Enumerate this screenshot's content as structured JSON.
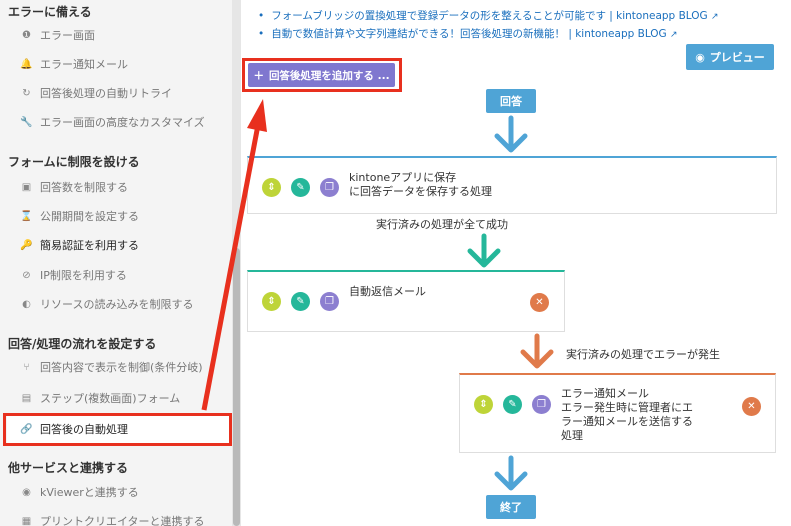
{
  "sidebar": {
    "sections": [
      {
        "title": "エラーに備える",
        "items": [
          {
            "label": "エラー画面",
            "icon": "info-circle-icon"
          },
          {
            "label": "エラー通知メール",
            "icon": "bell-icon"
          },
          {
            "label": "回答後処理の自動リトライ",
            "icon": "retry-icon"
          },
          {
            "label": "エラー画面の高度なカスタマイズ",
            "icon": "wrench-icon"
          }
        ]
      },
      {
        "title": "フォームに制限を設ける",
        "items": [
          {
            "label": "回答数を制限する",
            "icon": "inbox-icon"
          },
          {
            "label": "公開期間を設定する",
            "icon": "hourglass-icon"
          },
          {
            "label": "簡易認証を利用する",
            "icon": "key-icon"
          },
          {
            "label": "IP制限を利用する",
            "icon": "ban-icon"
          },
          {
            "label": "リソースの読み込みを制限する",
            "icon": "shield-icon"
          }
        ]
      },
      {
        "title": "回答/処理の流れを設定する",
        "items": [
          {
            "label": "回答内容で表示を制御(条件分岐)",
            "icon": "branch-icon"
          },
          {
            "label": "ステップ(複数画面)フォーム",
            "icon": "steps-icon"
          },
          {
            "label": "回答後の自動処理",
            "icon": "link-icon"
          }
        ]
      },
      {
        "title": "他サービスと連携する",
        "items": [
          {
            "label": "kViewerと連携する",
            "icon": "eye-icon"
          },
          {
            "label": "プリントクリエイターと連携する",
            "icon": "print-icon"
          }
        ]
      }
    ]
  },
  "main": {
    "links": [
      "フォームブリッジの置換処理で登録データの形を整えることが可能です | kintoneapp BLOG",
      "自動で数値計算や文字列連結ができる！回答後処理の新機能！ | kintoneapp BLOG"
    ],
    "preview_label": "プレビュー",
    "add_button_label": "回答後処理を追加する ...",
    "flow": {
      "start_label": "回答",
      "end_label": "終了",
      "card1_line1": "kintoneアプリに保存",
      "card1_line2": "に回答データを保存する処理",
      "cond_success": "実行済みの処理が全て成功",
      "card2_line1": "自動返信メール",
      "cond_error": "実行済みの処理でエラーが発生",
      "card3_line1": "エラー通知メール",
      "card3_line2": "エラー発生時に管理者にエ",
      "card3_line3": "ラー通知メールを送信する",
      "card3_line4": "処理"
    }
  },
  "colors": {
    "blue": "#4fa4d6",
    "green": "#25b79a",
    "orange": "#e07a4a",
    "purple": "#7f77cf",
    "highlight_red": "#e8301e",
    "yellow_green": "#bed438"
  }
}
